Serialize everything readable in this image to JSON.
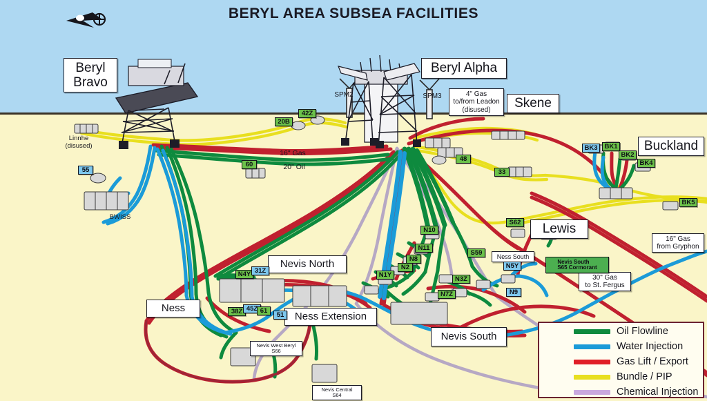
{
  "title": "BERYL AREA SUBSEA FACILITIES",
  "compass": "north-arrow",
  "colors": {
    "sky": "#AED8F2",
    "seabed": "#FAF5C8",
    "oil": "#0E8A3E",
    "water": "#1B9BD8",
    "gas": "#E01E26",
    "bundle": "#E8DF1F",
    "chemical": "#C9A8DE",
    "gas_dark": "#9E2537",
    "chip_green": "#6CC24A",
    "chip_blue": "#7EC8EE"
  },
  "legend": {
    "items": [
      {
        "label": "Oil Flowline",
        "color": "#0E8A3E"
      },
      {
        "label": "Water Injection",
        "color": "#1B9BD8"
      },
      {
        "label": "Gas Lift / Export",
        "color": "#E01E26"
      },
      {
        "label": "Bundle / PIP",
        "color": "#E8DF1F"
      },
      {
        "label": "Chemical Injection",
        "color": "#C9A8DE"
      }
    ]
  },
  "platforms": [
    {
      "name": "Beryl Bravo",
      "label": "Beryl\nBravo"
    },
    {
      "name": "Beryl Alpha",
      "label": "Beryl Alpha"
    }
  ],
  "field_boxes": [
    {
      "name": "skene",
      "label": "Skene"
    },
    {
      "name": "buckland",
      "label": "Buckland"
    },
    {
      "name": "lewis",
      "label": "Lewis"
    },
    {
      "name": "nevis-north",
      "label": "Nevis North"
    },
    {
      "name": "ness",
      "label": "Ness"
    },
    {
      "name": "ness-extension",
      "label": "Ness Extension"
    },
    {
      "name": "nevis-south",
      "label": "Nevis South"
    }
  ],
  "note_boxes": [
    {
      "name": "leadon-gas",
      "label": "4\" Gas\nto/from Leadon\n(disused)"
    },
    {
      "name": "gryphon-gas",
      "label": "16\" Gas\nfrom Gryphon"
    },
    {
      "name": "st-fergus-gas",
      "label": "30\" Gas\nto St. Fergus"
    },
    {
      "name": "nevis-west-beryl",
      "label": "Nevis West Beryl\nS66"
    },
    {
      "name": "nevis-central",
      "label": "Nevis Central\nS64"
    },
    {
      "name": "ness-south",
      "label": "Ness South"
    }
  ],
  "plain_labels": [
    {
      "name": "spm2",
      "label": "SPM2"
    },
    {
      "name": "spm3",
      "label": "SPM3"
    },
    {
      "name": "linnhe",
      "label": "Linnhe\n(disused)"
    },
    {
      "name": "bwiss",
      "label": "BWISS"
    },
    {
      "name": "gas-16",
      "label": "16\" Gas"
    },
    {
      "name": "oil-20",
      "label": "20\" Oil"
    }
  ],
  "green_chip": {
    "nevis-south-s65": "Nevis South\nS65 Cormorant"
  },
  "well_tags": [
    {
      "label": "42Z",
      "type": "green"
    },
    {
      "label": "20B",
      "type": "green"
    },
    {
      "label": "60",
      "type": "green"
    },
    {
      "label": "48",
      "type": "green"
    },
    {
      "label": "33",
      "type": "green"
    },
    {
      "label": "55",
      "type": "blue"
    },
    {
      "label": "BK3",
      "type": "blue"
    },
    {
      "label": "BK1",
      "type": "green"
    },
    {
      "label": "BK2",
      "type": "green"
    },
    {
      "label": "BK4",
      "type": "green"
    },
    {
      "label": "BK5",
      "type": "green"
    },
    {
      "label": "S62",
      "type": "green"
    },
    {
      "label": "S59",
      "type": "green"
    },
    {
      "label": "N10",
      "type": "green"
    },
    {
      "label": "N11",
      "type": "green"
    },
    {
      "label": "N8",
      "type": "green"
    },
    {
      "label": "N2",
      "type": "green"
    },
    {
      "label": "N1Y",
      "type": "green"
    },
    {
      "label": "N3Z",
      "type": "green"
    },
    {
      "label": "N7Z",
      "type": "green"
    },
    {
      "label": "N5Y",
      "type": "blue"
    },
    {
      "label": "N9",
      "type": "blue"
    },
    {
      "label": "N4Y",
      "type": "green"
    },
    {
      "label": "31Z",
      "type": "blue"
    },
    {
      "label": "38Z",
      "type": "green"
    },
    {
      "label": "45Z",
      "type": "blue"
    },
    {
      "label": "61",
      "type": "green"
    },
    {
      "label": "51",
      "type": "blue"
    }
  ]
}
